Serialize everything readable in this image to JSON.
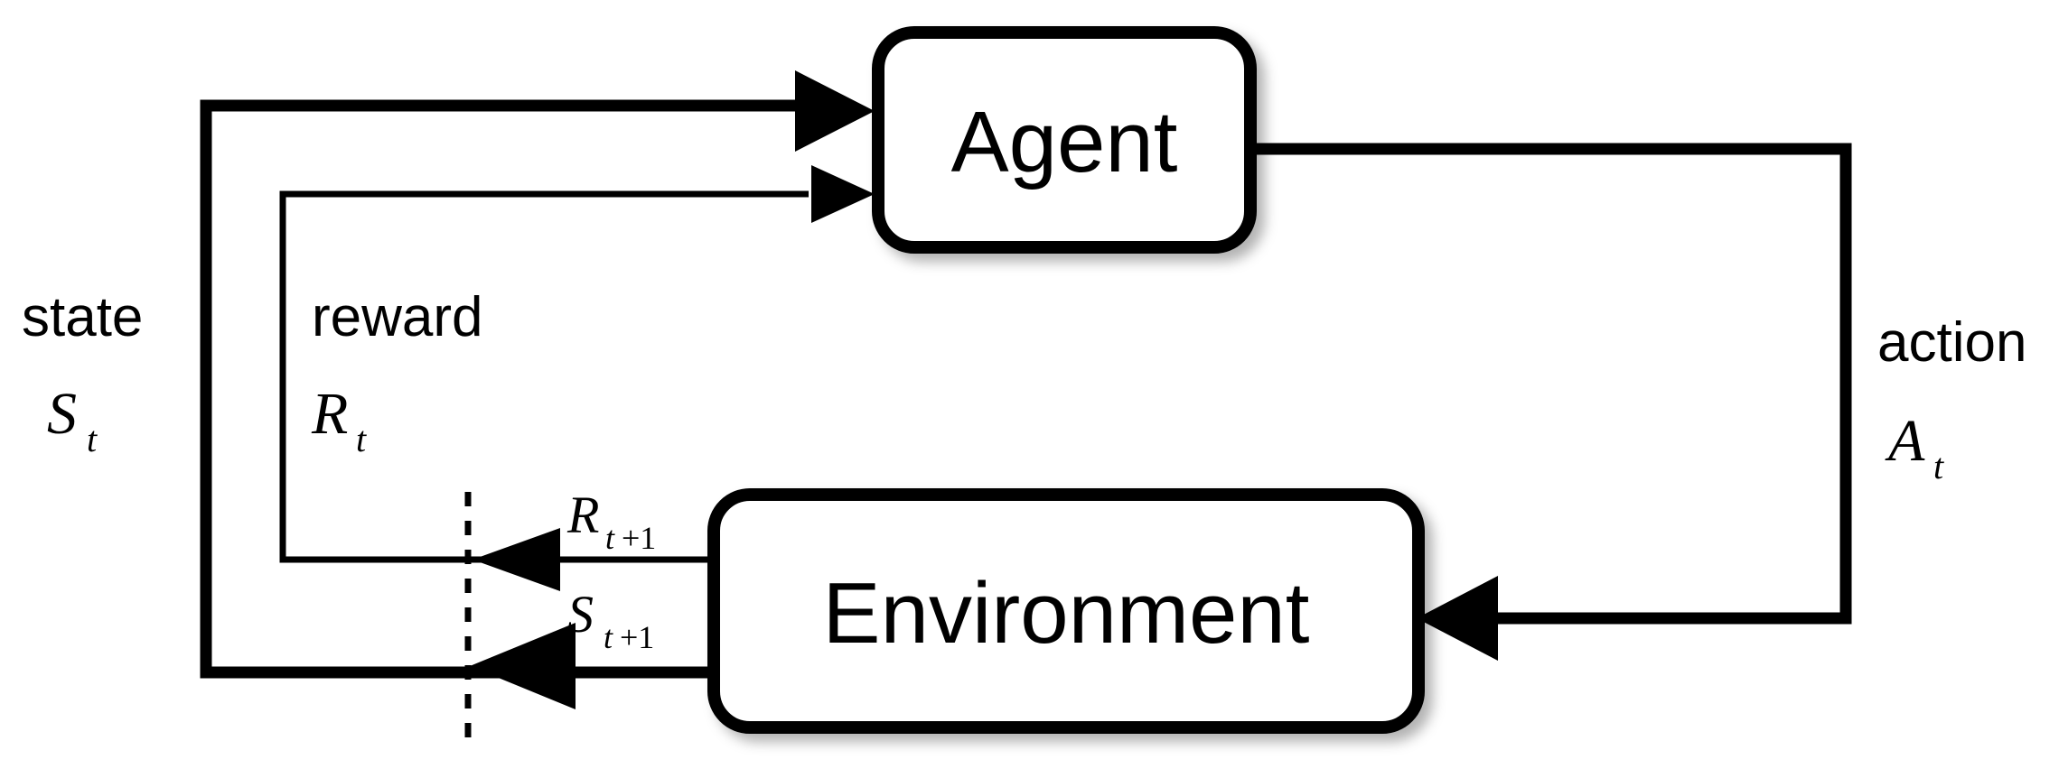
{
  "diagram": {
    "title": "Agent-Environment Interaction Loop",
    "type": "flow-diagram",
    "background_color": "#ffffff",
    "stroke_color": "#000000",
    "nodes": [
      {
        "id": "agent",
        "label": "Agent"
      },
      {
        "id": "environment",
        "label": "Environment"
      }
    ],
    "edges": [
      {
        "id": "state-feedback",
        "from": "environment",
        "to": "agent",
        "word": "state",
        "symbol_base": "S",
        "symbol_sub": "t",
        "emitted_base": "S",
        "emitted_sub": "t+1",
        "weight": "thick"
      },
      {
        "id": "reward-feedback",
        "from": "environment",
        "to": "agent",
        "word": "reward",
        "symbol_base": "R",
        "symbol_sub": "t",
        "emitted_base": "R",
        "emitted_sub": "t+1",
        "weight": "thin"
      },
      {
        "id": "action-forward",
        "from": "agent",
        "to": "environment",
        "word": "action",
        "symbol_base": "A",
        "symbol_sub": "t",
        "weight": "thick"
      }
    ],
    "labels": {
      "state_word": "state",
      "state_sym": "S",
      "state_sub": "t",
      "reward_word": "reward",
      "reward_sym": "R",
      "reward_sub": "t",
      "action_word": "action",
      "action_sym": "A",
      "action_sub": "t",
      "reward_next_sym": "R",
      "reward_next_sub_var": "t",
      "reward_next_sub_op": "+1",
      "state_next_sym": "S",
      "state_next_sub_var": "t",
      "state_next_sub_op": "+1",
      "agent_box": "Agent",
      "environment_box": "Environment"
    },
    "time_divider": {
      "name": "time-step-divider",
      "style": "dashed"
    }
  }
}
